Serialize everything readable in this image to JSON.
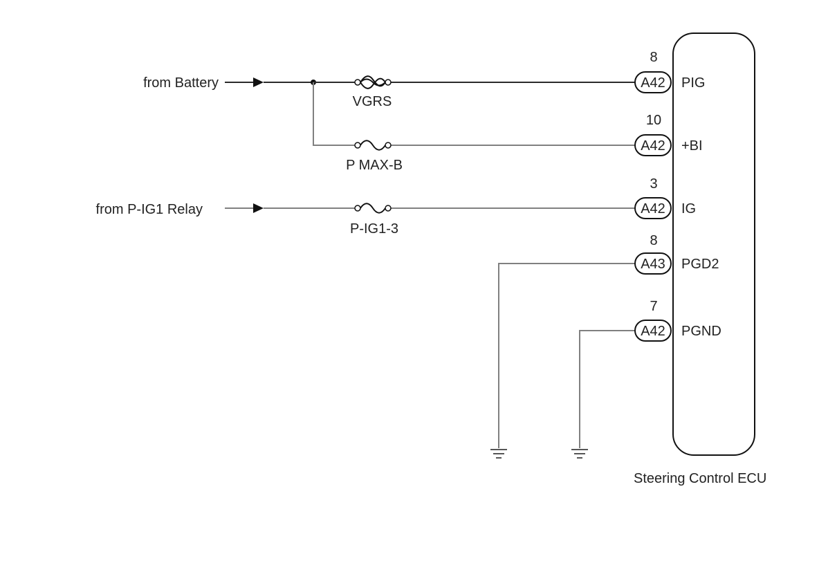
{
  "sources": [
    {
      "label": "from Battery"
    },
    {
      "label": "from P-IG1 Relay"
    }
  ],
  "fuses": [
    {
      "label": "VGRS"
    },
    {
      "label": "P MAX-B"
    },
    {
      "label": "P-IG1-3"
    }
  ],
  "pins": [
    {
      "connector": "A42",
      "pin_number": "8",
      "signal": "PIG"
    },
    {
      "connector": "A42",
      "pin_number": "10",
      "signal": "+BI"
    },
    {
      "connector": "A42",
      "pin_number": "3",
      "signal": "IG"
    },
    {
      "connector": "A43",
      "pin_number": "8",
      "signal": "PGD2"
    },
    {
      "connector": "A42",
      "pin_number": "7",
      "signal": "PGND"
    }
  ],
  "ecu": {
    "label": "Steering Control ECU"
  },
  "colors": {
    "wire_dark": "#2a2a2a",
    "wire_gray": "#808080",
    "outline": "#111111"
  }
}
